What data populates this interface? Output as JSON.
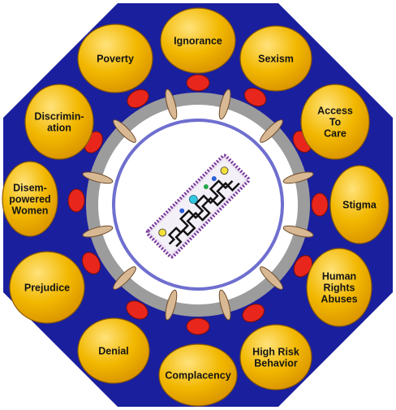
{
  "colors": {
    "background_octagon": "#1a1f9e",
    "ellipse_fill": "#f0b400",
    "ellipse_highlight": "#ffd84a",
    "stalk": "#e8261c",
    "ring_grey": "#9c9c9c",
    "spike": "#d9b894",
    "inner_ring": "#6f6fcf",
    "strip_border": "#7a3a9c",
    "strip_fill": "#e8e0ee",
    "zigzag": "#111111"
  },
  "factors": [
    {
      "lines": [
        "Ignorance"
      ]
    },
    {
      "lines": [
        "Sexism"
      ]
    },
    {
      "lines": [
        "Access",
        "To",
        "Care"
      ]
    },
    {
      "lines": [
        "Stigma"
      ]
    },
    {
      "lines": [
        "Human",
        "Rights",
        "Abuses"
      ]
    },
    {
      "lines": [
        "High Risk",
        "Behavior"
      ]
    },
    {
      "lines": [
        "Complacency"
      ]
    },
    {
      "lines": [
        "Denial"
      ]
    },
    {
      "lines": [
        "Prejudice"
      ]
    },
    {
      "lines": [
        "Disem-",
        "powered",
        "Women"
      ]
    },
    {
      "lines": [
        "Discrimin-",
        "ation"
      ]
    },
    {
      "lines": [
        "Poverty"
      ]
    }
  ]
}
